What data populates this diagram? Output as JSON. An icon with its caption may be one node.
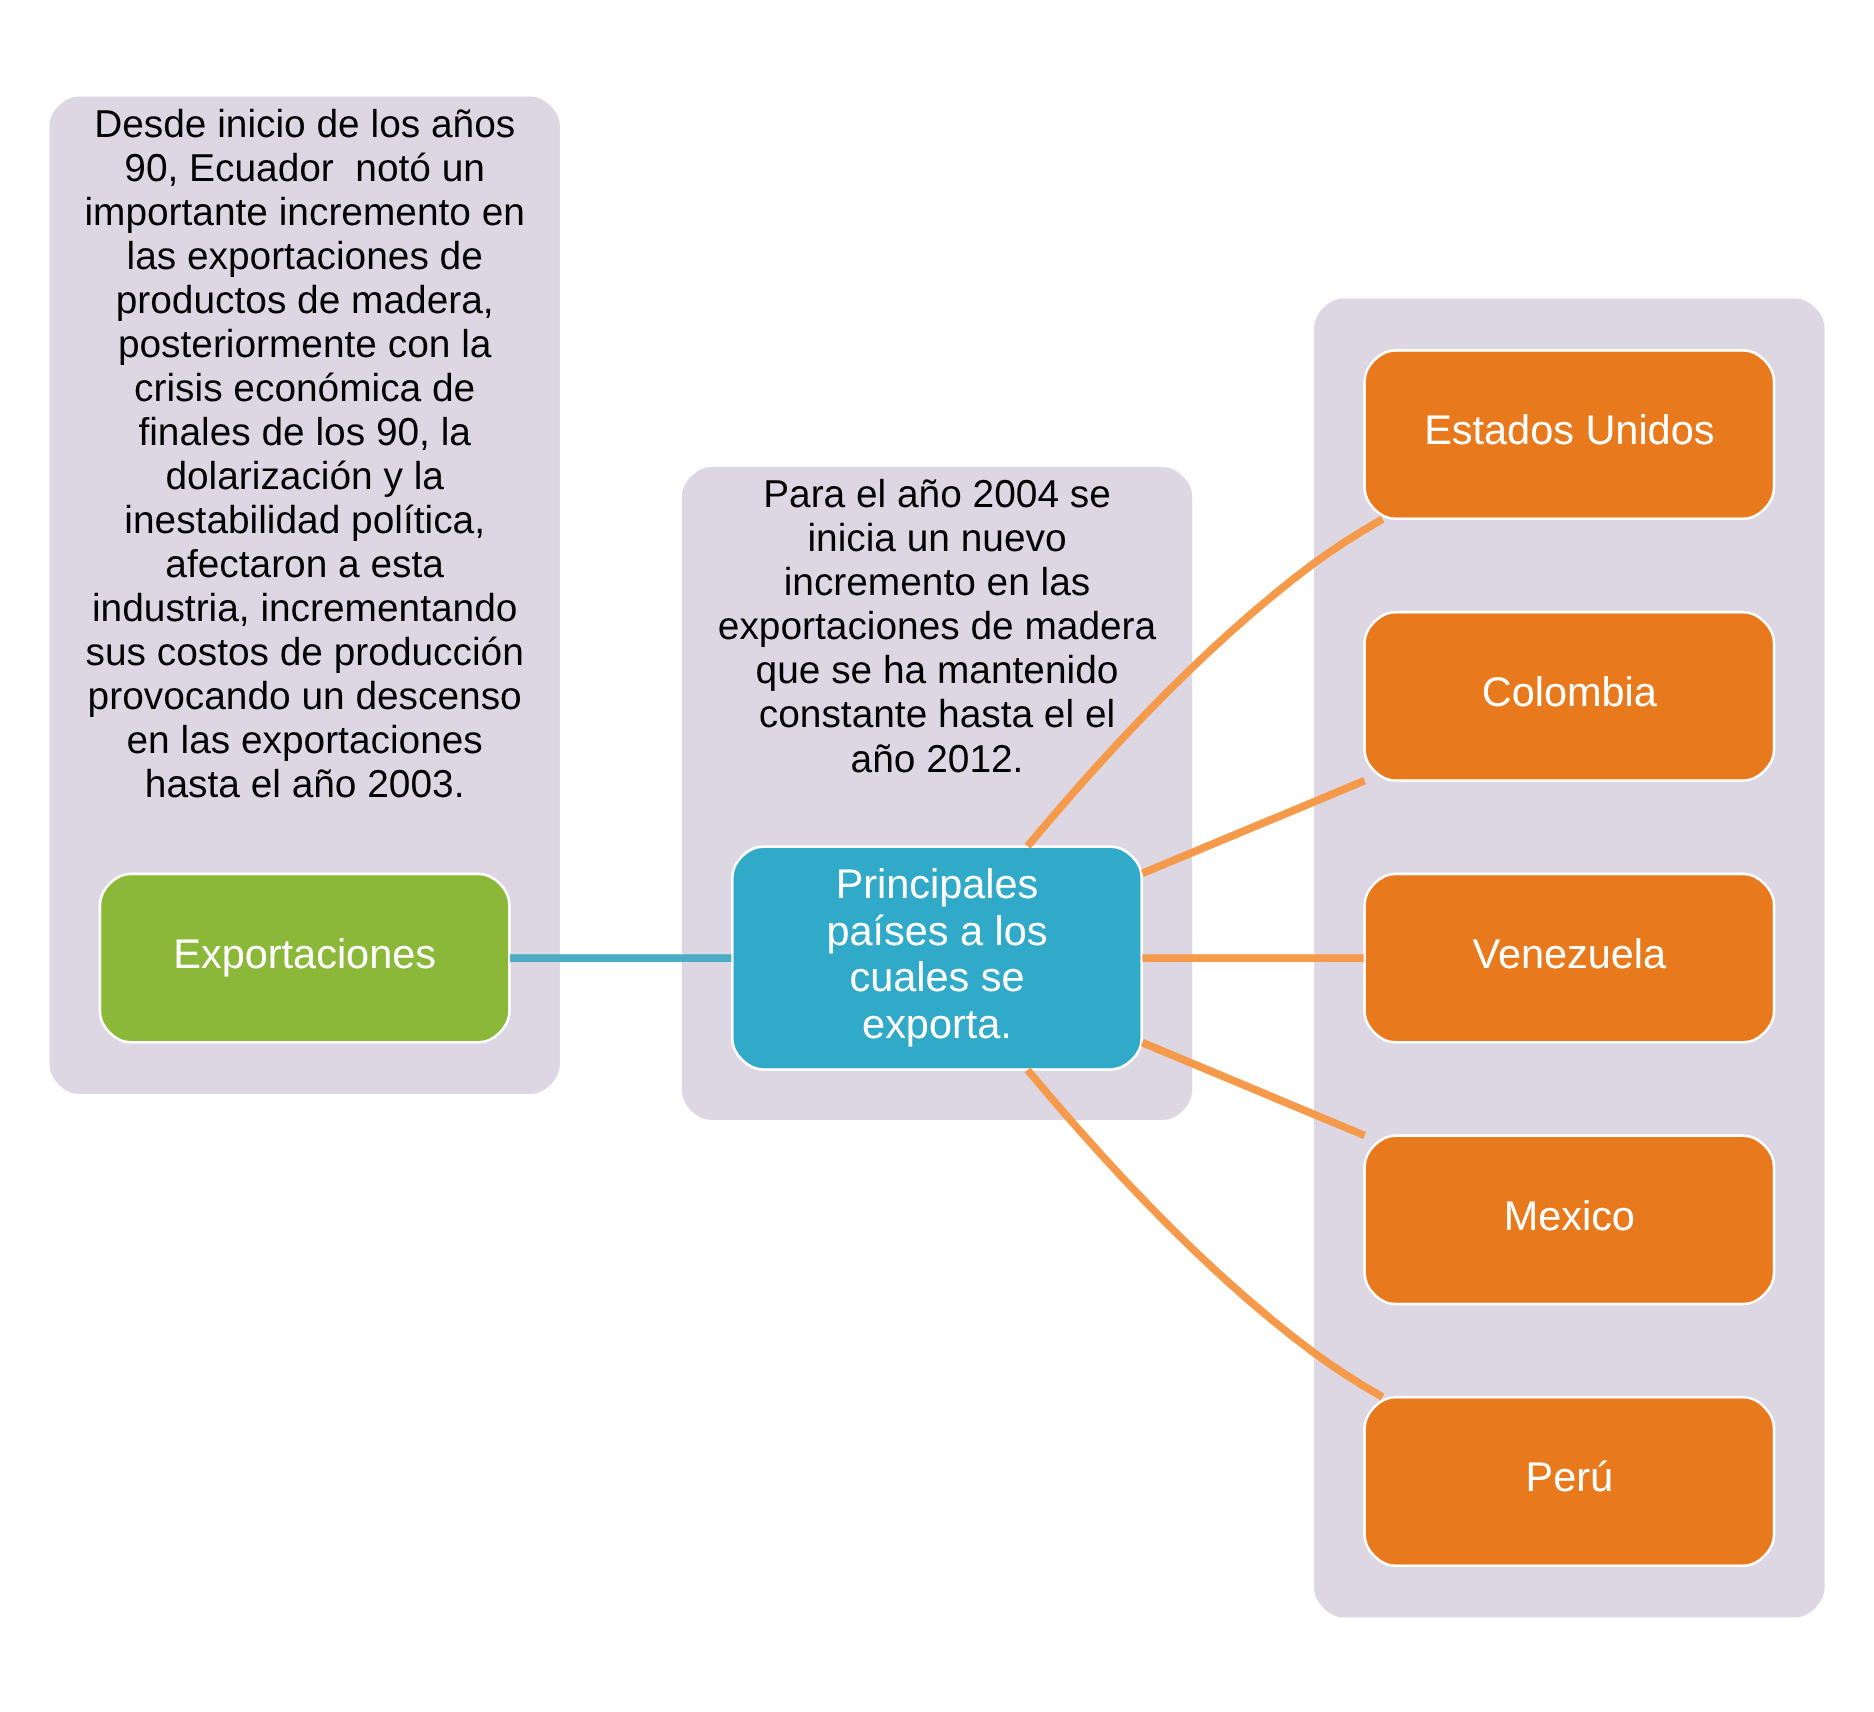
{
  "diagram": {
    "nodes": [
      {
        "text": [
          "Desde inicio de los años 90, Ecuador  notó un importante incremento en las exportaciones de productos de madera, posteriormente con la crisis económica de finales de los 90, la dolarización y la inestabilidad política, afectaron a esta industria, incrementando sus costos de producción provocando un descenso en las exportaciones hasta el año 2003."
        ]
      },
      {
        "text": [
          "Exportaciones"
        ],
        "in": 0
      },
      {
        "text": [
          "Para el año 2004 se inicia un nuevo incremento en las exportaciones de madera que se ha mantenido constante hasta el el año 2012."
        ]
      },
      {
        "text": [
          "Principales países a los cuales se exporta."
        ],
        "in": 2
      },
      {
        "text": [],
        "shape": "box"
      },
      {
        "text": [
          "Estados Unidos"
        ],
        "in": 4
      },
      {
        "text": [
          "Colombia"
        ],
        "in": 4
      },
      {
        "text": [
          "Venezuela"
        ],
        "in": 4
      },
      {
        "text": [
          "Mexico"
        ],
        "in": 4
      },
      {
        "text": [
          "Perú"
        ],
        "in": 4
      }
    ],
    "edges": [
      {
        "from": 1,
        "to": 3,
        "arrow": "none",
        "color": "#4bacc6"
      },
      {
        "from": 3,
        "to": 5,
        "arrow": "none"
      },
      {
        "from": 3,
        "to": 6,
        "arrow": "none"
      },
      {
        "from": 3,
        "to": 7,
        "arrow": "none"
      },
      {
        "from": 3,
        "to": 8,
        "arrow": "none"
      },
      {
        "from": 3,
        "to": 9,
        "arrow": "none"
      }
    ]
  }
}
